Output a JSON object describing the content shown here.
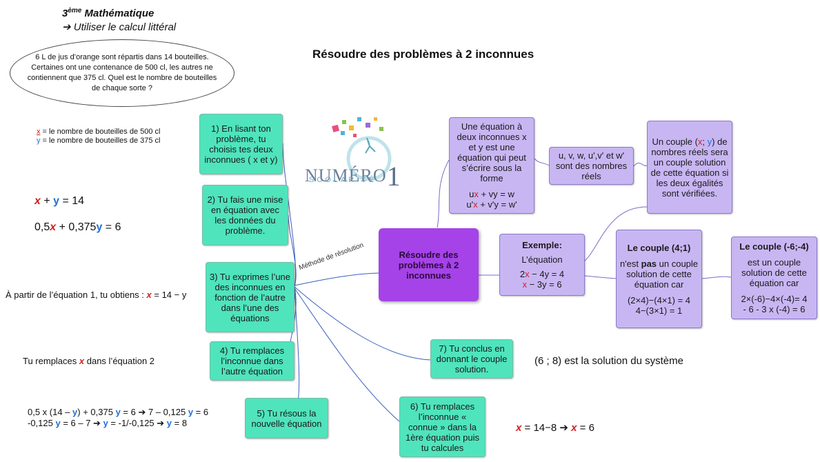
{
  "header": {
    "level_num": "3",
    "level_sup": "ème",
    "level_subject": "Mathématique",
    "arrow": "➔",
    "objective": "Utiliser le calcul littéral"
  },
  "title": "Résoudre des problèmes à 2 inconnues",
  "problem": "6 L de jus d’orange sont répartis dans 14 bouteilles. Certaines ont une contenance de 500 cl, les autres ne contiennent que 375 cl. Quel est le nombre de bouteilles de chaque sorte ?",
  "logo": {
    "main": "NUMÉRO",
    "num": "1",
    "sub": "SCOLARITÉ"
  },
  "left_notes": {
    "x_def_var": "x",
    "x_def_text": " = le nombre de bouteilles de 500 cl",
    "y_def_var": "y",
    "y_def_text": " = le nombre de bouteilles de 375 cl",
    "eq1": {
      "x": "x",
      "mid": " + ",
      "y": "y",
      "end": " = 14"
    },
    "eq2": {
      "a": "0,5",
      "x": "x",
      "mid": " + 0,375",
      "y": "y",
      "end": " = 6"
    },
    "step3_prefix": "À partir de l’équation 1, tu obtiens : ",
    "step3_x": "x",
    "step3_rest": " = 14 − y",
    "step4_a": "Tu remplaces ",
    "step4_x": "x",
    "step4_b": " dans l’équation 2",
    "calc_line1": {
      "a": "0,5 x (14 – ",
      "y1": "y",
      "b": ") + 0,375 ",
      "y2": "y",
      "c": " = 6 ➔ 7 – 0,125 ",
      "y3": "y",
      "d": " = 6"
    },
    "calc_line2": {
      "a": "-0,125 ",
      "y1": "y",
      "b": " = 6 – 7 ➔ ",
      "y2": "y",
      "c": " = -1/-0,125 ➔ ",
      "y3": "y",
      "d": " = 8"
    },
    "solution": "(6 ; 8) est la solution du système",
    "final": {
      "x1": "x",
      "a": " = 14−8 ➔ ",
      "x2": "x",
      "b": " = 6"
    }
  },
  "steps": [
    "1) En lisant ton problème, tu choisis tes deux inconnues ( x et y)",
    "2) Tu fais une mise en équation avec les données du problème.",
    "3) Tu exprimes l’une des inconnues en fonction de l’autre dans l’une des équations",
    "4) Tu remplaces l’inconnue dans l’autre équation",
    "5) Tu résous la nouvelle équation",
    "6) Tu remplaces l’inconnue « connue » dans la 1ère équation puis tu calcules",
    "7) Tu conclus en donnant le couple solution."
  ],
  "branch_label": "Méthode de résolution",
  "central": "Résoudre des problèmes à 2 inconnues",
  "def_box": {
    "text": "Une équation à deux inconnues x et y est une équation qui peut s’écrire sous la forme",
    "f1": {
      "a": "u",
      "x": "x",
      "b": " + vy = w"
    },
    "f2": {
      "a": "u'",
      "x": "x",
      "b": " + v'y = w'"
    }
  },
  "reals_box": "u, v, w, u',v' et w' sont des nombres réels",
  "couple_box": {
    "a": "Un couple (",
    "x": "x",
    "sep": "; ",
    "y": "y",
    "b": ") de nombres réels sera un couple solution de cette équation si les deux égalités sont vérifiées."
  },
  "example_box": {
    "title": "Exemple:",
    "sub": "L’équation",
    "eq1": {
      "a": "2",
      "x": "x",
      "b": " − 4y = 4"
    },
    "eq2": {
      "x": "x",
      "b": " − 3y = 6"
    }
  },
  "couple41": {
    "title": "Le couple (4;1)",
    "t1": "n'est ",
    "pas": "pas",
    "t2": " un couple solution de cette équation car",
    "c1": "(2×4)−(4×1) = 4",
    "c2": "4−(3×1) = 1"
  },
  "couple64": {
    "title": "Le couple (-6;-4)",
    "text": "est un couple solution de cette équation car",
    "c1": "2×(-6)−4×(-4)= 4",
    "c2": "- 6 - 3 x (-4) = 6"
  },
  "colors": {
    "green": "#4fe4bc",
    "purple": "#c8b6f3",
    "central": "#a543e8",
    "red": "#d21f1f",
    "blue": "#1e6fd6"
  }
}
